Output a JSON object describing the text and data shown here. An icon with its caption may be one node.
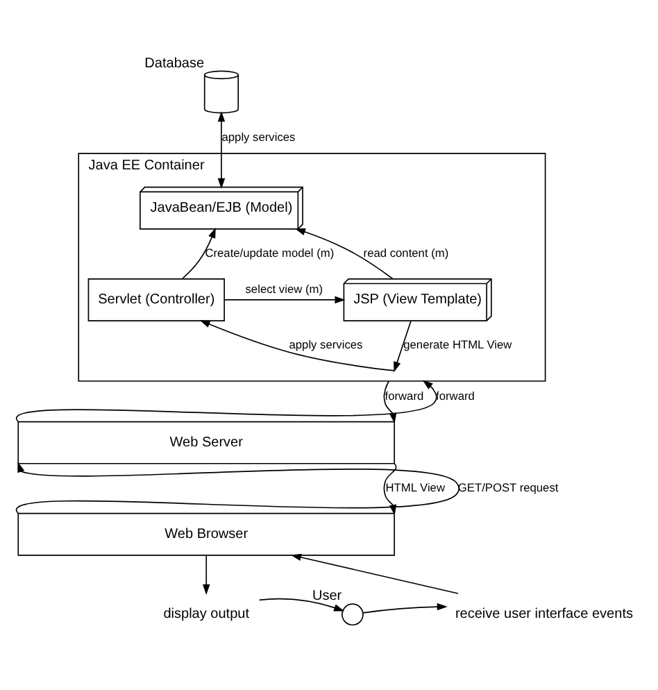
{
  "diagram": {
    "nodes": [
      {
        "text": [],
        "shape": "cylinder",
        "beside": [
          "Database"
        ]
      },
      {
        "text": [
          "Java EE Container"
        ]
      },
      {
        "text": [
          "JavaBean/EJB (Model)"
        ],
        "in": 1
      },
      {
        "text": [
          "Servlet (Controller)"
        ],
        "in": 1
      },
      {
        "text": [
          "JSP (View Template)"
        ],
        "in": 1
      },
      {
        "text": [
          "Web Server"
        ]
      },
      {
        "text": [
          "Web Browser"
        ]
      },
      {
        "text": [],
        "shape": "person",
        "beside": [
          "User"
        ]
      },
      {
        "text": [
          "receive user interface events"
        ]
      },
      {
        "text": [
          "display output"
        ]
      }
    ],
    "edges": [
      {
        "from": 0,
        "to": 2,
        "arrow": "both",
        "label": "apply services"
      },
      {
        "from": 3,
        "to": 2,
        "arrow": "to",
        "label": "Create/update model (m)"
      },
      {
        "from": 3,
        "to": 4,
        "arrow": "to",
        "label": "select view (m)"
      },
      {
        "from": 4,
        "to": 2,
        "arrow": "to",
        "label": "read content (m)"
      },
      {
        "from": 1,
        "to": 3,
        "arrow": "to",
        "label": "apply services"
      },
      {
        "from": 4,
        "to": 1,
        "arrow": "to",
        "label": "generate HTML View"
      },
      {
        "from": 5,
        "to": 1,
        "arrow": "to",
        "label": "forward"
      },
      {
        "from": 1,
        "to": 5,
        "arrow": "to",
        "label": "forward"
      },
      {
        "from": 6,
        "to": 5,
        "arrow": "to",
        "label": "GET/POST request"
      },
      {
        "from": 5,
        "to": 6,
        "arrow": "to",
        "label": "HTML View"
      },
      {
        "from": 6,
        "to": 9,
        "arrow": "to"
      },
      {
        "from": 9,
        "to": 7,
        "arrow": "to"
      },
      {
        "from": 7,
        "to": 8,
        "arrow": "to"
      },
      {
        "from": 8,
        "to": 6,
        "arrow": "to"
      }
    ]
  }
}
